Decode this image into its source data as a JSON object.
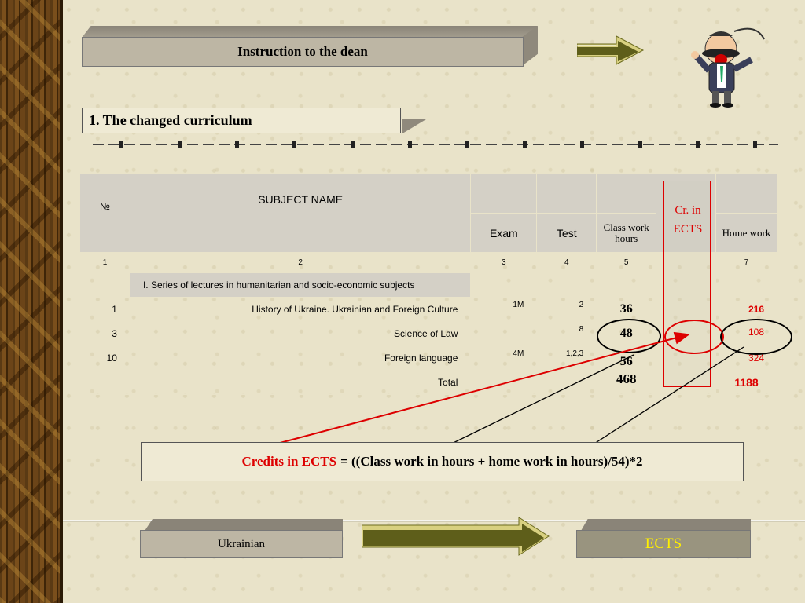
{
  "title": "Instruction to the dean",
  "subtitle": "1. The changed curriculum",
  "table": {
    "header": {
      "num": "№",
      "subject": "SUBJECT NAME",
      "exam": "Exam",
      "test": "Test",
      "class_hours": "Class work hours",
      "ects": "Cr. in ECTS",
      "home": "Home work"
    },
    "col_numbers": [
      "1",
      "2",
      "3",
      "4",
      "5",
      "7"
    ],
    "section": "I. Series of lectures in humanitarian and socio-economic subjects",
    "rows": [
      {
        "num": "1",
        "name": "History of Ukraine. Ukrainian and Foreign  Culture",
        "exam": "1M",
        "test": "2",
        "hours": "36",
        "home": "216"
      },
      {
        "num": "3",
        "name": "Science of Law",
        "exam": "",
        "test": "8",
        "hours": "48",
        "home": "108"
      },
      {
        "num": "10",
        "name": "Foreign language",
        "exam": "4M",
        "test": "1,2,3",
        "hours": "56",
        "home": "324"
      }
    ],
    "total": {
      "label": "Total",
      "hours": "468",
      "home": "1188"
    }
  },
  "formula": {
    "red_part": "Credits in ECTS",
    "rest": "= ((Class work in hours + home work in hours)/54)*2"
  },
  "buttons": {
    "ukrainian": "Ukrainian",
    "ects": "ECTS"
  },
  "colors": {
    "accent_red": "#dd0000",
    "ects_yellow": "#ffef00",
    "arrow_olive": "#5e5e1a"
  },
  "icons": [
    "forward-arrow-icon",
    "cartoon-professor-image"
  ]
}
